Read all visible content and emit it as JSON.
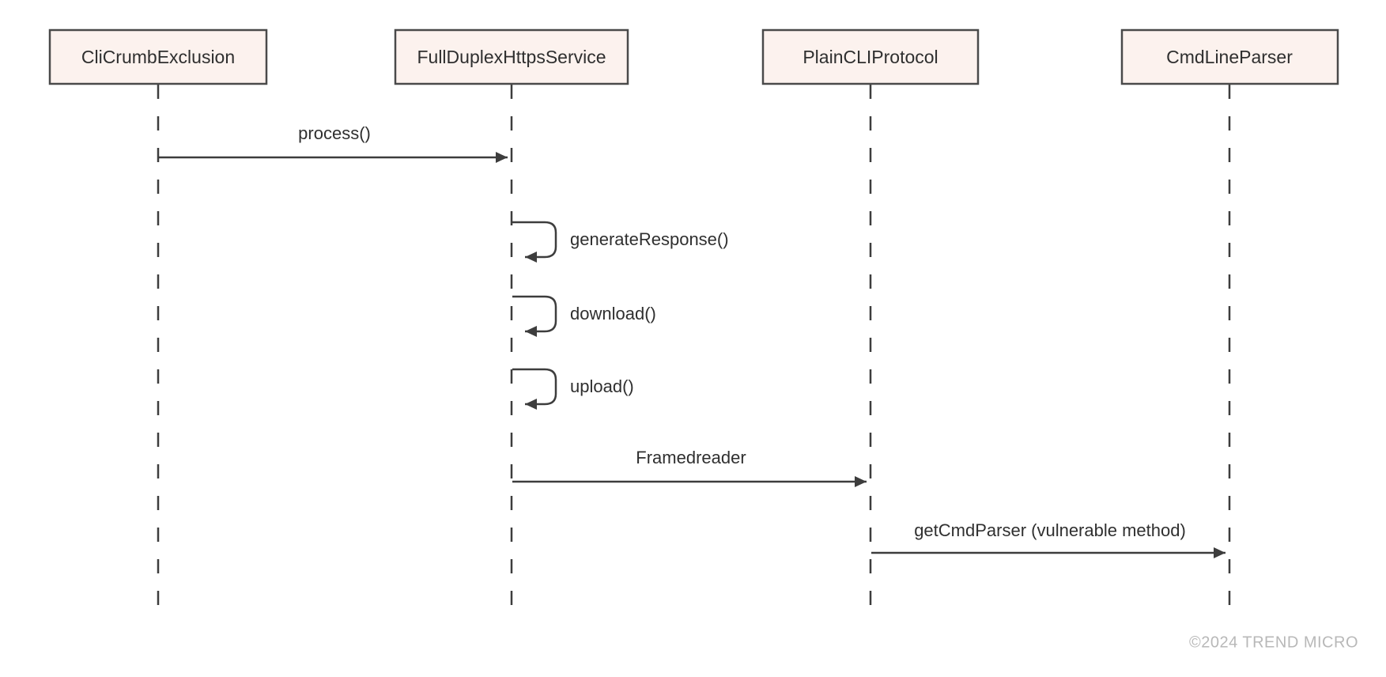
{
  "diagram": {
    "type": "uml-sequence-diagram",
    "participants": [
      {
        "id": "CliCrumbExclusion",
        "label": "CliCrumbExclusion"
      },
      {
        "id": "FullDuplexHttpsService",
        "label": "FullDuplexHttpsService"
      },
      {
        "id": "PlainCLIProtocol",
        "label": "PlainCLIProtocol"
      },
      {
        "id": "CmdLineParser",
        "label": "CmdLineParser"
      }
    ],
    "messages": [
      {
        "label": "process()",
        "from": "CliCrumbExclusion",
        "to": "FullDuplexHttpsService",
        "kind": "sync-call"
      },
      {
        "label": "generateResponse()",
        "from": "FullDuplexHttpsService",
        "to": "FullDuplexHttpsService",
        "kind": "self-call"
      },
      {
        "label": "download()",
        "from": "FullDuplexHttpsService",
        "to": "FullDuplexHttpsService",
        "kind": "self-call"
      },
      {
        "label": "upload()",
        "from": "FullDuplexHttpsService",
        "to": "FullDuplexHttpsService",
        "kind": "self-call"
      },
      {
        "label": "Framedreader",
        "from": "FullDuplexHttpsService",
        "to": "PlainCLIProtocol",
        "kind": "sync-call"
      },
      {
        "label": "getCmdParser (vulnerable method)",
        "from": "PlainCLIProtocol",
        "to": "CmdLineParser",
        "kind": "sync-call"
      }
    ],
    "footer": {
      "copyright": "©2024 TREND MICRO"
    },
    "colors": {
      "participant_fill": "#fcf2ee",
      "participant_border": "#4a4a4a",
      "line": "#3d3d3d",
      "label_text": "#2f2f2f",
      "footer_text": "#b8b8b8",
      "background": "#ffffff"
    }
  }
}
